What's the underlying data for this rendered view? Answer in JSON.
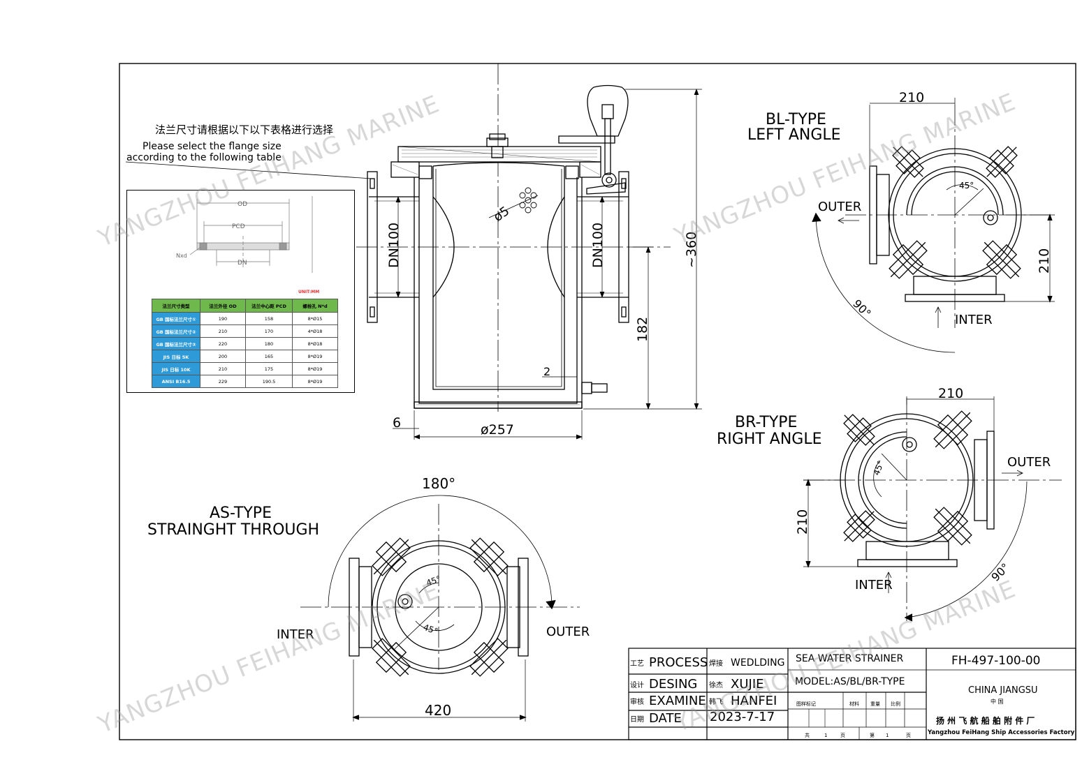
{
  "note": {
    "cn": "法兰尺寸请根据以下以下表格进行选择",
    "en_line1": "Please select the flange size",
    "en_line2": "according to the following table"
  },
  "flange_diagram": {
    "od": "OD",
    "pcd": "PCD",
    "dn": "DN",
    "nxd": "Nxd"
  },
  "flange_table": {
    "unit": "UNIT:MM",
    "headers": [
      "法兰尺寸类型",
      "法兰外径 OD",
      "法兰中心距 PCD",
      "螺栓孔 N*d"
    ],
    "rows": [
      [
        "GB 国标法兰尺寸①",
        "190",
        "158",
        "8*Ø15"
      ],
      [
        "GB 国标法兰尺寸②",
        "210",
        "170",
        "4*Ø18"
      ],
      [
        "GB 国标法兰尺寸③",
        "220",
        "180",
        "8*Ø18"
      ],
      [
        "JIS 日标 5K",
        "200",
        "165",
        "8*Ø19"
      ],
      [
        "JIS 日标 10K",
        "210",
        "175",
        "8*Ø19"
      ],
      [
        "ANSI B16.5",
        "229",
        "190.5",
        "8*Ø19"
      ]
    ]
  },
  "dims": {
    "dn_left": "DN100",
    "dn_right": "DN100",
    "phi5": "ø5",
    "height_total": "~360",
    "height_182": "182",
    "gap_2": "2",
    "gap_6": "6",
    "dia_257": "ø257"
  },
  "as_type": {
    "title1": "AS-TYPE",
    "title2": "STRAINGHT THROUGH",
    "angle_180": "180°",
    "angle_45a": "45°",
    "angle_45b": "45°",
    "inter": "INTER",
    "outer": "OUTER",
    "width": "420"
  },
  "bl_type": {
    "title1": "BL-TYPE",
    "title2": "LEFT ANGLE",
    "top": "210",
    "side": "210",
    "angle_45": "45°",
    "angle_90": "90°",
    "outer": "OUTER",
    "inter": "INTER"
  },
  "br_type": {
    "title1": "BR-TYPE",
    "title2": "RIGHT ANGLE",
    "top": "210",
    "side": "210",
    "angle_45": "45°",
    "angle_90": "90°",
    "outer": "OUTER",
    "inter": "INTER"
  },
  "title_block": {
    "process_cn": "工艺",
    "process": "PROCESS",
    "process_val_cn": "焊接",
    "process_val": "WEDLDING",
    "design_cn": "设计",
    "design": "DESING",
    "design_val_cn": "徐杰",
    "design_val": "XUJIE",
    "examine_cn": "审核",
    "examine": "EXAMINE",
    "examine_val_cn": "韩飞",
    "examine_val": "HANFEI",
    "date_cn": "日期",
    "date": "DATE",
    "date_val": "2023-7-17",
    "product": "SEA WATER STRAINER",
    "model": "MODEL:AS/BL/BR-TYPE",
    "drawing_no": "FH-497-100-00",
    "mark_label": "图样标记",
    "material_label": "材料",
    "weight_label": "重量",
    "scale_label": "比例",
    "total_label": "共",
    "total_num": "1",
    "page_unit": "页",
    "sheet_label": "第",
    "sheet_num": "1",
    "sheet_unit": "页",
    "location": "CHINA JIANGSU",
    "location_cn": "中 国",
    "company_cn": "扬 州 飞 航 船 舶 附 件 厂",
    "company_en": "Yangzhou FeiHang Ship Accessories Factory"
  },
  "watermark": "YANGZHOU FEIHANG MARINE"
}
